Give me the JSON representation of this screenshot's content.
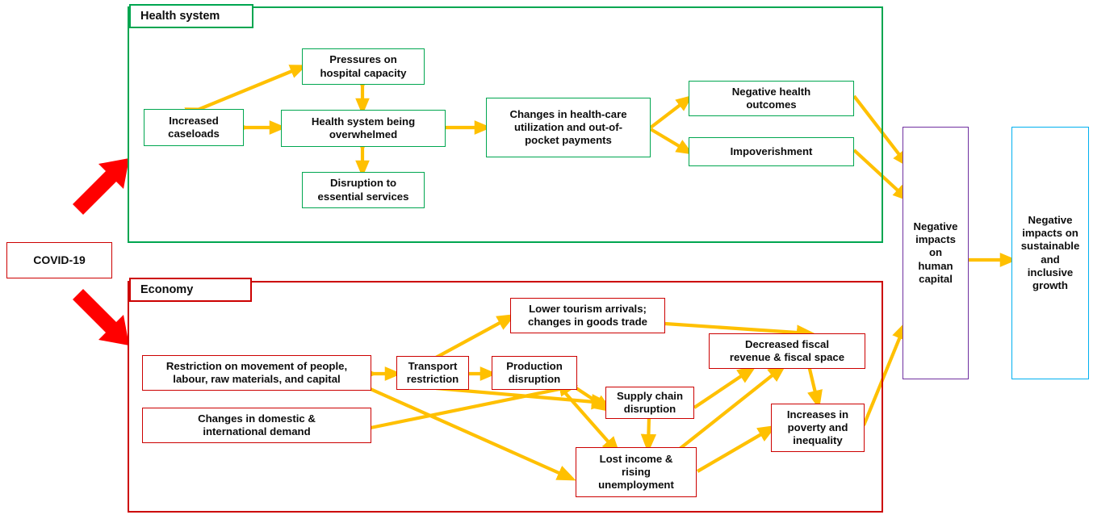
{
  "diagram": {
    "title_hidden": "",
    "colors": {
      "health_border": "#00A650",
      "economy_border": "#CC0000",
      "human_capital_border": "#7030A0",
      "growth_border": "#00B0F0",
      "arrow": "#FFC000",
      "driver_arrow": "#FF0000"
    },
    "driver": {
      "label": "COVID-19"
    },
    "groups": [
      {
        "id": "health",
        "label": "Health system",
        "color": "#00A650"
      },
      {
        "id": "economy",
        "label": "Economy",
        "color": "#CC0000"
      }
    ],
    "health_nodes": [
      {
        "id": "increased-caseloads",
        "label": "Increased\ncaseloads"
      },
      {
        "id": "pressures-hospital-capacity",
        "label": "Pressures on\nhospital capacity"
      },
      {
        "id": "health-system-overwhelmed",
        "label": "Health system being\noverwhelmed"
      },
      {
        "id": "disruption-essential-services",
        "label": "Disruption to\nessential services"
      },
      {
        "id": "changes-healthcare-utilization",
        "label": "Changes in health-care\nutilization and out-of-\npocket payments"
      },
      {
        "id": "negative-health-outcomes",
        "label": "Negative health\noutcomes"
      },
      {
        "id": "impoverishment",
        "label": "Impoverishment"
      }
    ],
    "economy_nodes": [
      {
        "id": "restriction-movement",
        "label": "Restriction on movement of people,\nlabour, raw materials, and capital"
      },
      {
        "id": "changes-demand",
        "label": "Changes in domestic &\ninternational demand"
      },
      {
        "id": "transport-restriction",
        "label": "Transport\nrestriction"
      },
      {
        "id": "production-disruption",
        "label": "Production\ndisruption"
      },
      {
        "id": "lower-tourism-arrivals",
        "label": "Lower tourism arrivals;\nchanges in goods trade"
      },
      {
        "id": "supply-chain-disruption",
        "label": "Supply chain\ndisruption"
      },
      {
        "id": "decreased-fiscal-revenue",
        "label": "Decreased fiscal\nrevenue & fiscal space"
      },
      {
        "id": "lost-income-unemployment",
        "label": "Lost income &\nrising\nunemployment"
      },
      {
        "id": "increases-poverty-inequality",
        "label": "Increases in\npoverty and\ninequality"
      }
    ],
    "outcome_nodes": [
      {
        "id": "negative-impacts-human-capital",
        "label": "Negative\nimpacts\non\nhuman\ncapital"
      },
      {
        "id": "negative-impacts-growth",
        "label": "Negative\nimpacts on\nsustainable\nand\ninclusive\ngrowth"
      }
    ],
    "connections": [
      {
        "from": "covid-19",
        "to": "health-system",
        "style": "thick-red"
      },
      {
        "from": "covid-19",
        "to": "economy",
        "style": "thick-red"
      },
      {
        "from": "increased-caseloads",
        "to": "pressures-hospital-capacity",
        "style": "double"
      },
      {
        "from": "increased-caseloads",
        "to": "health-system-overwhelmed",
        "style": "double"
      },
      {
        "from": "pressures-hospital-capacity",
        "to": "health-system-overwhelmed",
        "style": "double"
      },
      {
        "from": "health-system-overwhelmed",
        "to": "disruption-essential-services",
        "style": "double"
      },
      {
        "from": "health-system-overwhelmed",
        "to": "changes-healthcare-utilization",
        "style": "single"
      },
      {
        "from": "changes-healthcare-utilization",
        "to": "negative-health-outcomes",
        "style": "single"
      },
      {
        "from": "changes-healthcare-utilization",
        "to": "impoverishment",
        "style": "single"
      },
      {
        "from": "negative-health-outcomes",
        "to": "negative-impacts-human-capital",
        "style": "single"
      },
      {
        "from": "impoverishment",
        "to": "negative-impacts-human-capital",
        "style": "single"
      },
      {
        "from": "restriction-movement",
        "to": "transport-restriction",
        "style": "double"
      },
      {
        "from": "transport-restriction",
        "to": "production-disruption",
        "style": "single"
      },
      {
        "from": "transport-restriction",
        "to": "lower-tourism-arrivals",
        "style": "single"
      },
      {
        "from": "transport-restriction",
        "to": "supply-chain-disruption",
        "style": "single"
      },
      {
        "from": "restriction-movement",
        "to": "lost-income-unemployment",
        "style": "single"
      },
      {
        "from": "changes-demand",
        "to": "production-disruption",
        "style": "single"
      },
      {
        "from": "production-disruption",
        "to": "supply-chain-disruption",
        "style": "single"
      },
      {
        "from": "production-disruption",
        "to": "lost-income-unemployment",
        "style": "single"
      },
      {
        "from": "supply-chain-disruption",
        "to": "lost-income-unemployment",
        "style": "single"
      },
      {
        "from": "supply-chain-disruption",
        "to": "decreased-fiscal-revenue",
        "style": "single"
      },
      {
        "from": "lower-tourism-arrivals",
        "to": "decreased-fiscal-revenue",
        "style": "single"
      },
      {
        "from": "lost-income-unemployment",
        "to": "decreased-fiscal-revenue",
        "style": "single"
      },
      {
        "from": "lost-income-unemployment",
        "to": "increases-poverty-inequality",
        "style": "single"
      },
      {
        "from": "decreased-fiscal-revenue",
        "to": "increases-poverty-inequality",
        "style": "single"
      },
      {
        "from": "increases-poverty-inequality",
        "to": "negative-impacts-human-capital",
        "style": "single"
      },
      {
        "from": "negative-impacts-human-capital",
        "to": "negative-impacts-growth",
        "style": "single"
      }
    ]
  }
}
